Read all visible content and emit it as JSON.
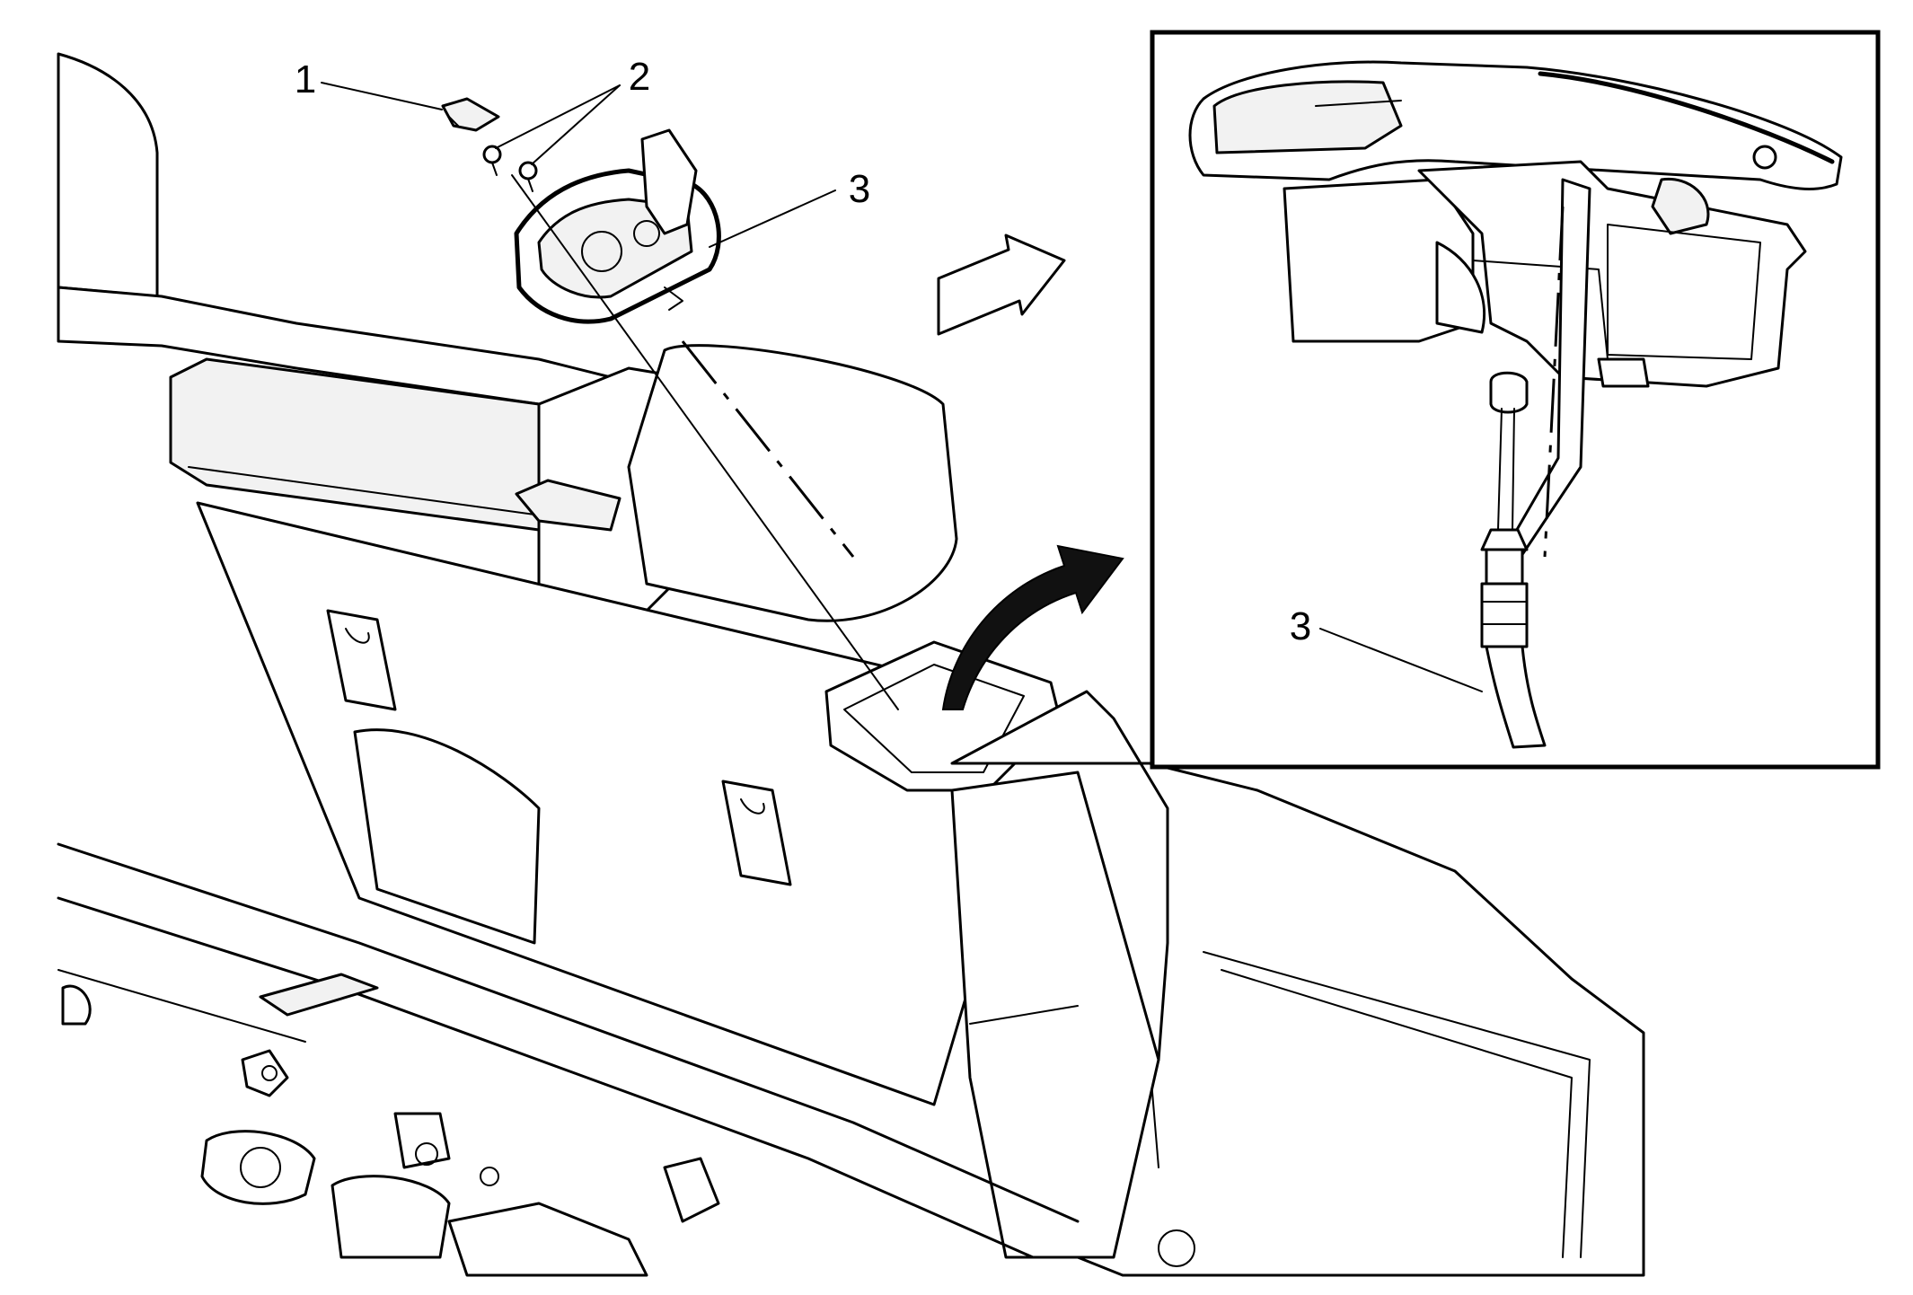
{
  "callouts": {
    "main_1": "1",
    "main_2": "2",
    "main_3": "3",
    "inset_3": "3"
  }
}
